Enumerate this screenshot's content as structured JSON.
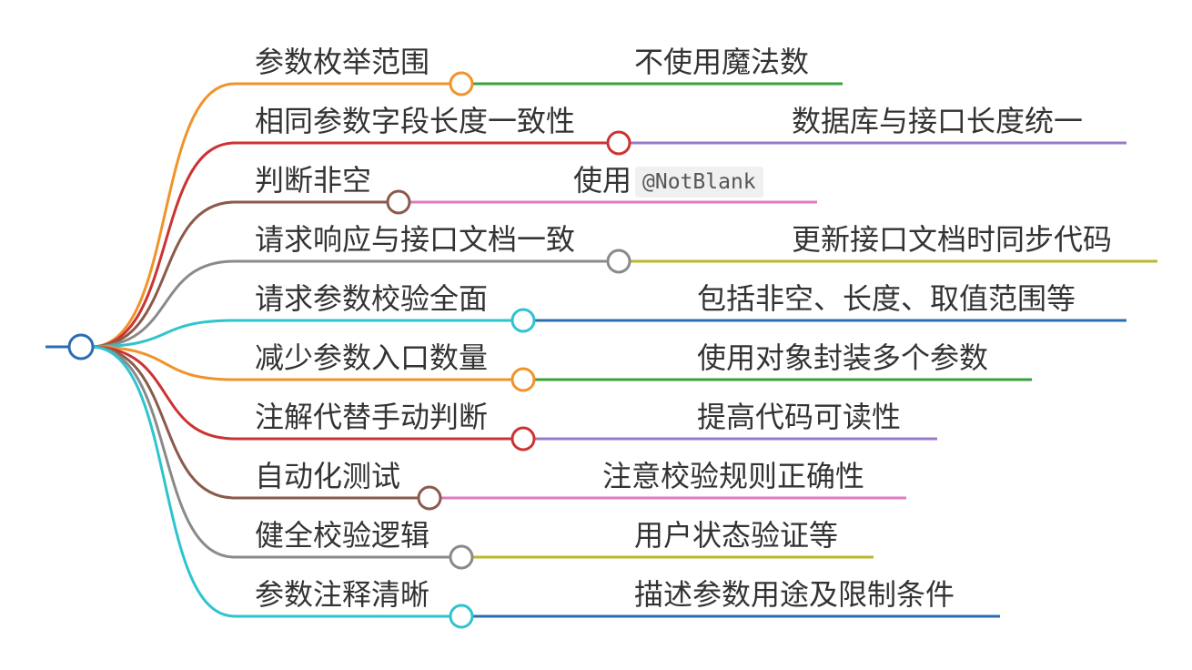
{
  "colors": {
    "root": "#2a6db4",
    "background": "#ffffff"
  },
  "branches": [
    {
      "label": "参数枚举范围",
      "color": "#f0932b",
      "child": {
        "text": "不使用魔法数",
        "code": "",
        "color": "#3aa23a"
      }
    },
    {
      "label": "相同参数字段长度一致性",
      "color": "#cc3333",
      "child": {
        "text": "数据库与接口长度统一",
        "code": "",
        "color": "#9a7ac9"
      }
    },
    {
      "label": "判断非空",
      "color": "#8b5a4a",
      "child": {
        "text": "使用",
        "code": "@NotBlank",
        "color": "#e07ac2"
      }
    },
    {
      "label": "请求响应与接口文档一致",
      "color": "#8a8a8a",
      "child": {
        "text": "更新接口文档时同步代码",
        "code": "",
        "color": "#b8b828"
      }
    },
    {
      "label": "请求参数校验全面",
      "color": "#2ec4cf",
      "child": {
        "text": "包括非空、长度、取值范围等",
        "code": "",
        "color": "#2a6db4"
      }
    },
    {
      "label": "减少参数入口数量",
      "color": "#f0932b",
      "child": {
        "text": "使用对象封装多个参数",
        "code": "",
        "color": "#3aa23a"
      }
    },
    {
      "label": "注解代替手动判断",
      "color": "#cc3333",
      "child": {
        "text": "提高代码可读性",
        "code": "",
        "color": "#9a7ac9"
      }
    },
    {
      "label": "自动化测试",
      "color": "#8b5a4a",
      "child": {
        "text": "注意校验规则正确性",
        "code": "",
        "color": "#e07ac2"
      }
    },
    {
      "label": "健全校验逻辑",
      "color": "#8a8a8a",
      "child": {
        "text": "用户状态验证等",
        "code": "",
        "color": "#b8b828"
      }
    },
    {
      "label": "参数注释清晰",
      "color": "#2ec4cf",
      "child": {
        "text": "描述参数用途及限制条件",
        "code": "",
        "color": "#2a6db4"
      }
    }
  ]
}
